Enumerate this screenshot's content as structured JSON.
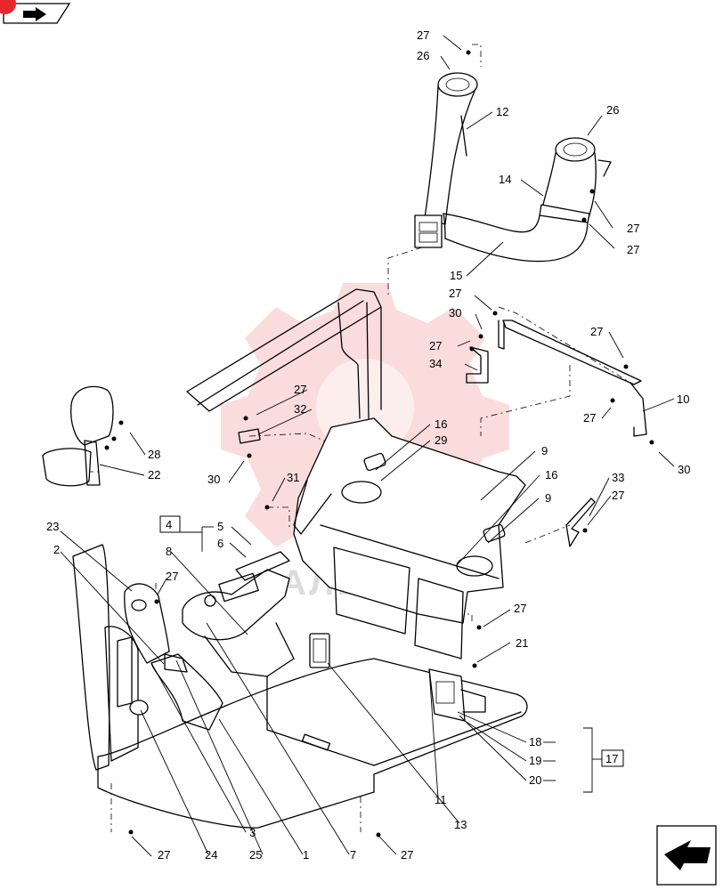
{
  "watermark_text": "АЛЬТЕХ",
  "group_refs": [
    {
      "id": "ref-4",
      "text": "4"
    },
    {
      "id": "ref-17",
      "text": "17"
    }
  ],
  "labels": [
    {
      "id": "27a",
      "text": "27"
    },
    {
      "id": "26a",
      "text": "26"
    },
    {
      "id": "12",
      "text": "12"
    },
    {
      "id": "26b",
      "text": "26"
    },
    {
      "id": "14",
      "text": "14"
    },
    {
      "id": "27b",
      "text": "27"
    },
    {
      "id": "27c",
      "text": "27"
    },
    {
      "id": "15",
      "text": "15"
    },
    {
      "id": "27d",
      "text": "27"
    },
    {
      "id": "30a",
      "text": "30"
    },
    {
      "id": "27e",
      "text": "27"
    },
    {
      "id": "34",
      "text": "34"
    },
    {
      "id": "27f",
      "text": "27"
    },
    {
      "id": "27g",
      "text": "27"
    },
    {
      "id": "10",
      "text": "10"
    },
    {
      "id": "27h",
      "text": "27"
    },
    {
      "id": "32",
      "text": "32"
    },
    {
      "id": "16a",
      "text": "16"
    },
    {
      "id": "29",
      "text": "29"
    },
    {
      "id": "9a",
      "text": "9"
    },
    {
      "id": "16b",
      "text": "16"
    },
    {
      "id": "9b",
      "text": "9"
    },
    {
      "id": "30b",
      "text": "30"
    },
    {
      "id": "28",
      "text": "28"
    },
    {
      "id": "22",
      "text": "22"
    },
    {
      "id": "30c",
      "text": "30"
    },
    {
      "id": "31",
      "text": "31"
    },
    {
      "id": "33",
      "text": "33"
    },
    {
      "id": "27i",
      "text": "27"
    },
    {
      "id": "5",
      "text": "5"
    },
    {
      "id": "6",
      "text": "6"
    },
    {
      "id": "23",
      "text": "23"
    },
    {
      "id": "2",
      "text": "2"
    },
    {
      "id": "8",
      "text": "8"
    },
    {
      "id": "27j",
      "text": "27"
    },
    {
      "id": "27k",
      "text": "27"
    },
    {
      "id": "21",
      "text": "21"
    },
    {
      "id": "18",
      "text": "18"
    },
    {
      "id": "19",
      "text": "19"
    },
    {
      "id": "20",
      "text": "20"
    },
    {
      "id": "11",
      "text": "11"
    },
    {
      "id": "13",
      "text": "13"
    },
    {
      "id": "3",
      "text": "3"
    },
    {
      "id": "27l",
      "text": "27"
    },
    {
      "id": "24",
      "text": "24"
    },
    {
      "id": "25",
      "text": "25"
    },
    {
      "id": "1",
      "text": "1"
    },
    {
      "id": "7",
      "text": "7"
    },
    {
      "id": "27m",
      "text": "27"
    }
  ]
}
